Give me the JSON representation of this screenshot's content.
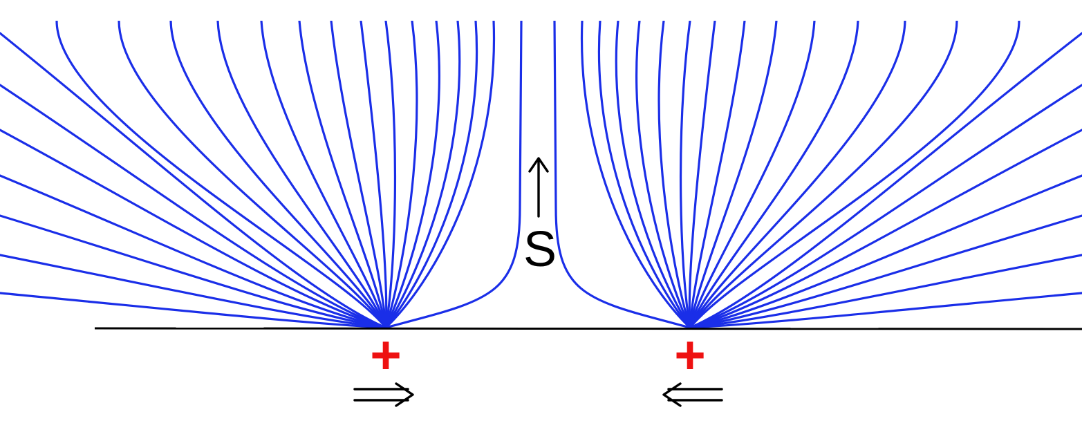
{
  "diagram": {
    "field_line_color": "#1a2ee8",
    "charge_color": "#ee1111",
    "axis_color": "#000000",
    "charges": [
      {
        "sign": "+",
        "motion": "rightward"
      },
      {
        "sign": "+",
        "motion": "leftward"
      }
    ],
    "poynting_vector": {
      "label": "S",
      "direction": "up"
    }
  }
}
